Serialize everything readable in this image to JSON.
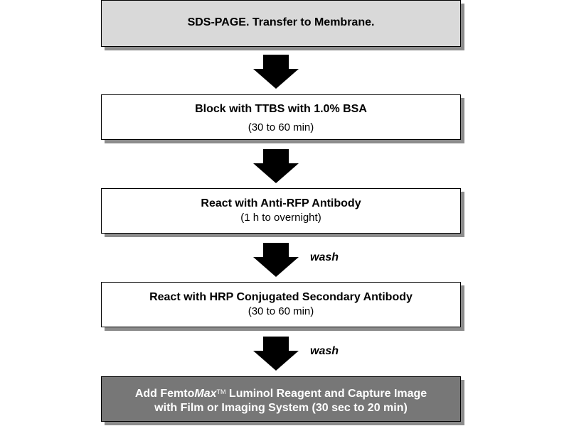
{
  "steps": [
    {
      "title": "SDS-PAGE.  Transfer to Membrane.",
      "sub": ""
    },
    {
      "title": "Block with TTBS with 1.0% BSA",
      "sub": "(30 to 60 min)"
    },
    {
      "title": "React with Anti-RFP Antibody",
      "sub": "(1 h to overnight)"
    },
    {
      "title": "React with HRP Conjugated Secondary Antibody",
      "sub": "(30 to 60 min)"
    },
    {
      "title_prefix": "Add Femto",
      "title_italic": "Max",
      "trademark": "TM",
      "title_suffix": " Luminol Reagent and Capture Image",
      "line2": "with Film or Imaging System (30 sec to 20 min)"
    }
  ],
  "wash_labels": [
    "wash",
    "wash"
  ],
  "colors": {
    "first_box": "#d9d9d9",
    "last_box": "#777777",
    "shadow": "#8c8c8c",
    "arrow": "#000000"
  },
  "icons": [
    "arrow-down-icon",
    "arrow-down-icon",
    "arrow-down-icon",
    "arrow-down-icon"
  ]
}
